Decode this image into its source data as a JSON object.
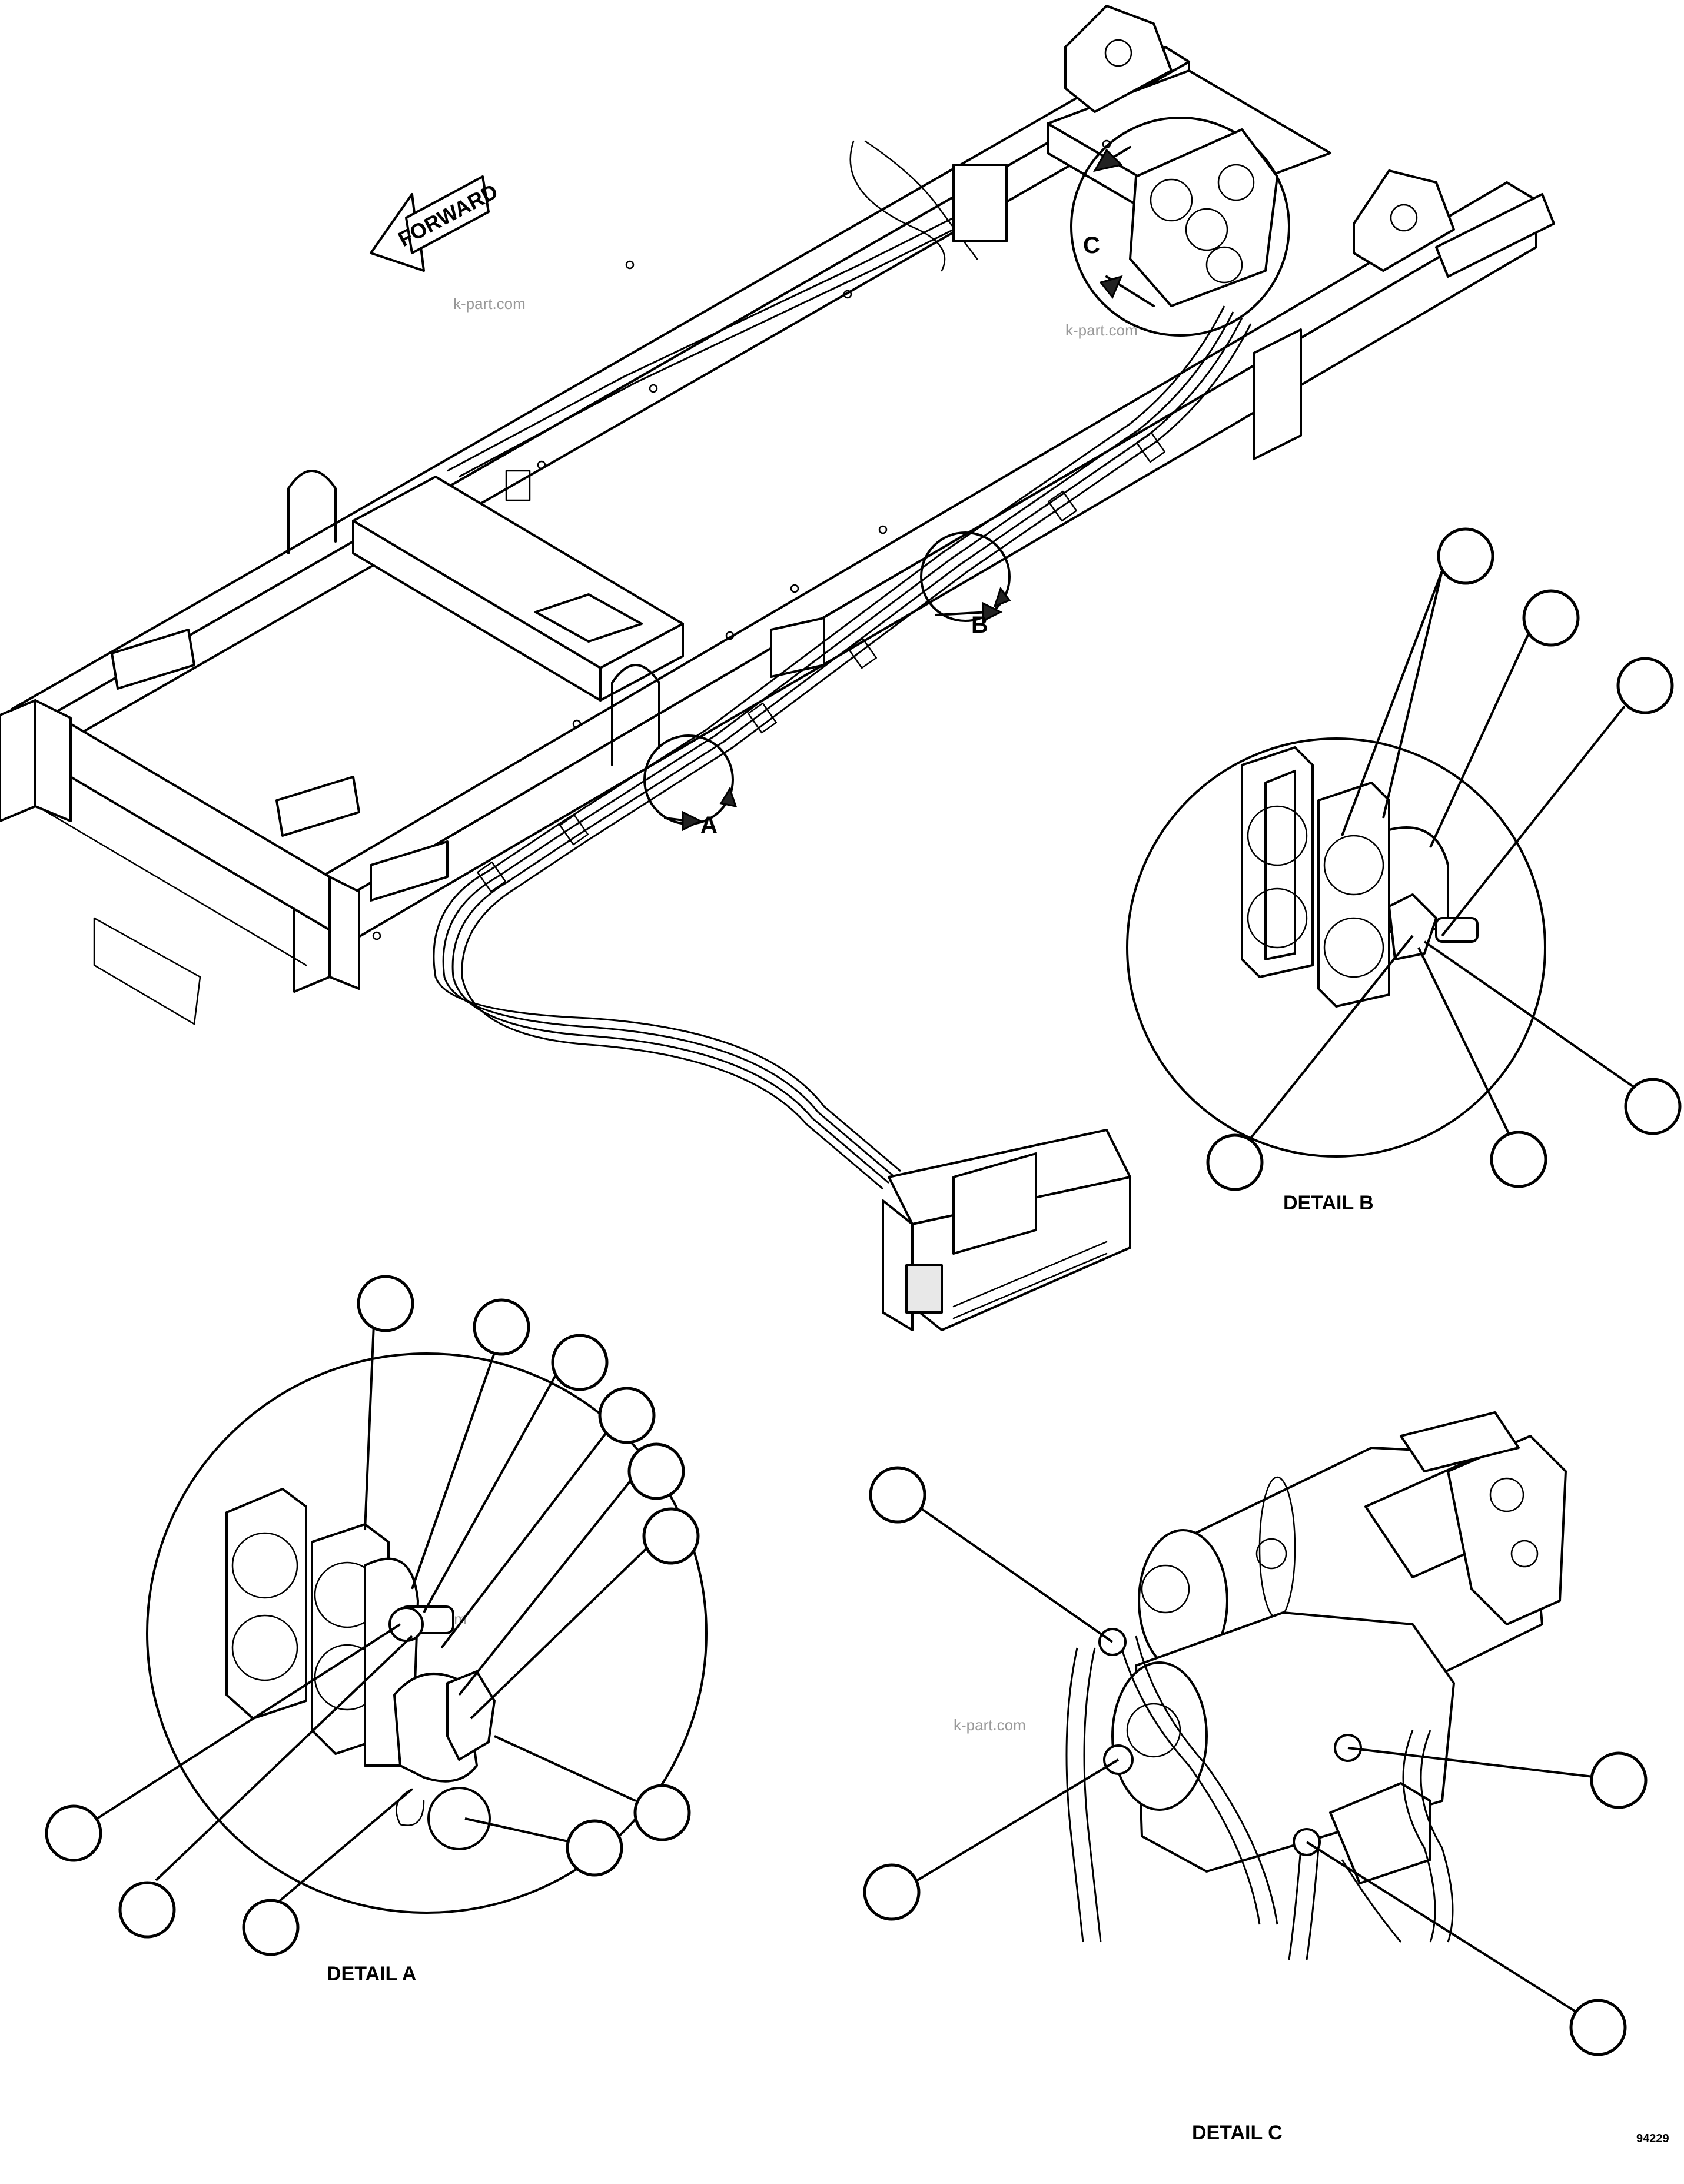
{
  "direction_arrow": {
    "label": "FORWARD"
  },
  "callouts": {
    "detail_a": "A",
    "detail_b": "B",
    "detail_c": "C"
  },
  "watermark": "k-part.com",
  "detail_titles": {
    "a": "DETAIL A",
    "b": "DETAIL B",
    "c": "DETAIL C"
  },
  "figure_number": "94229"
}
